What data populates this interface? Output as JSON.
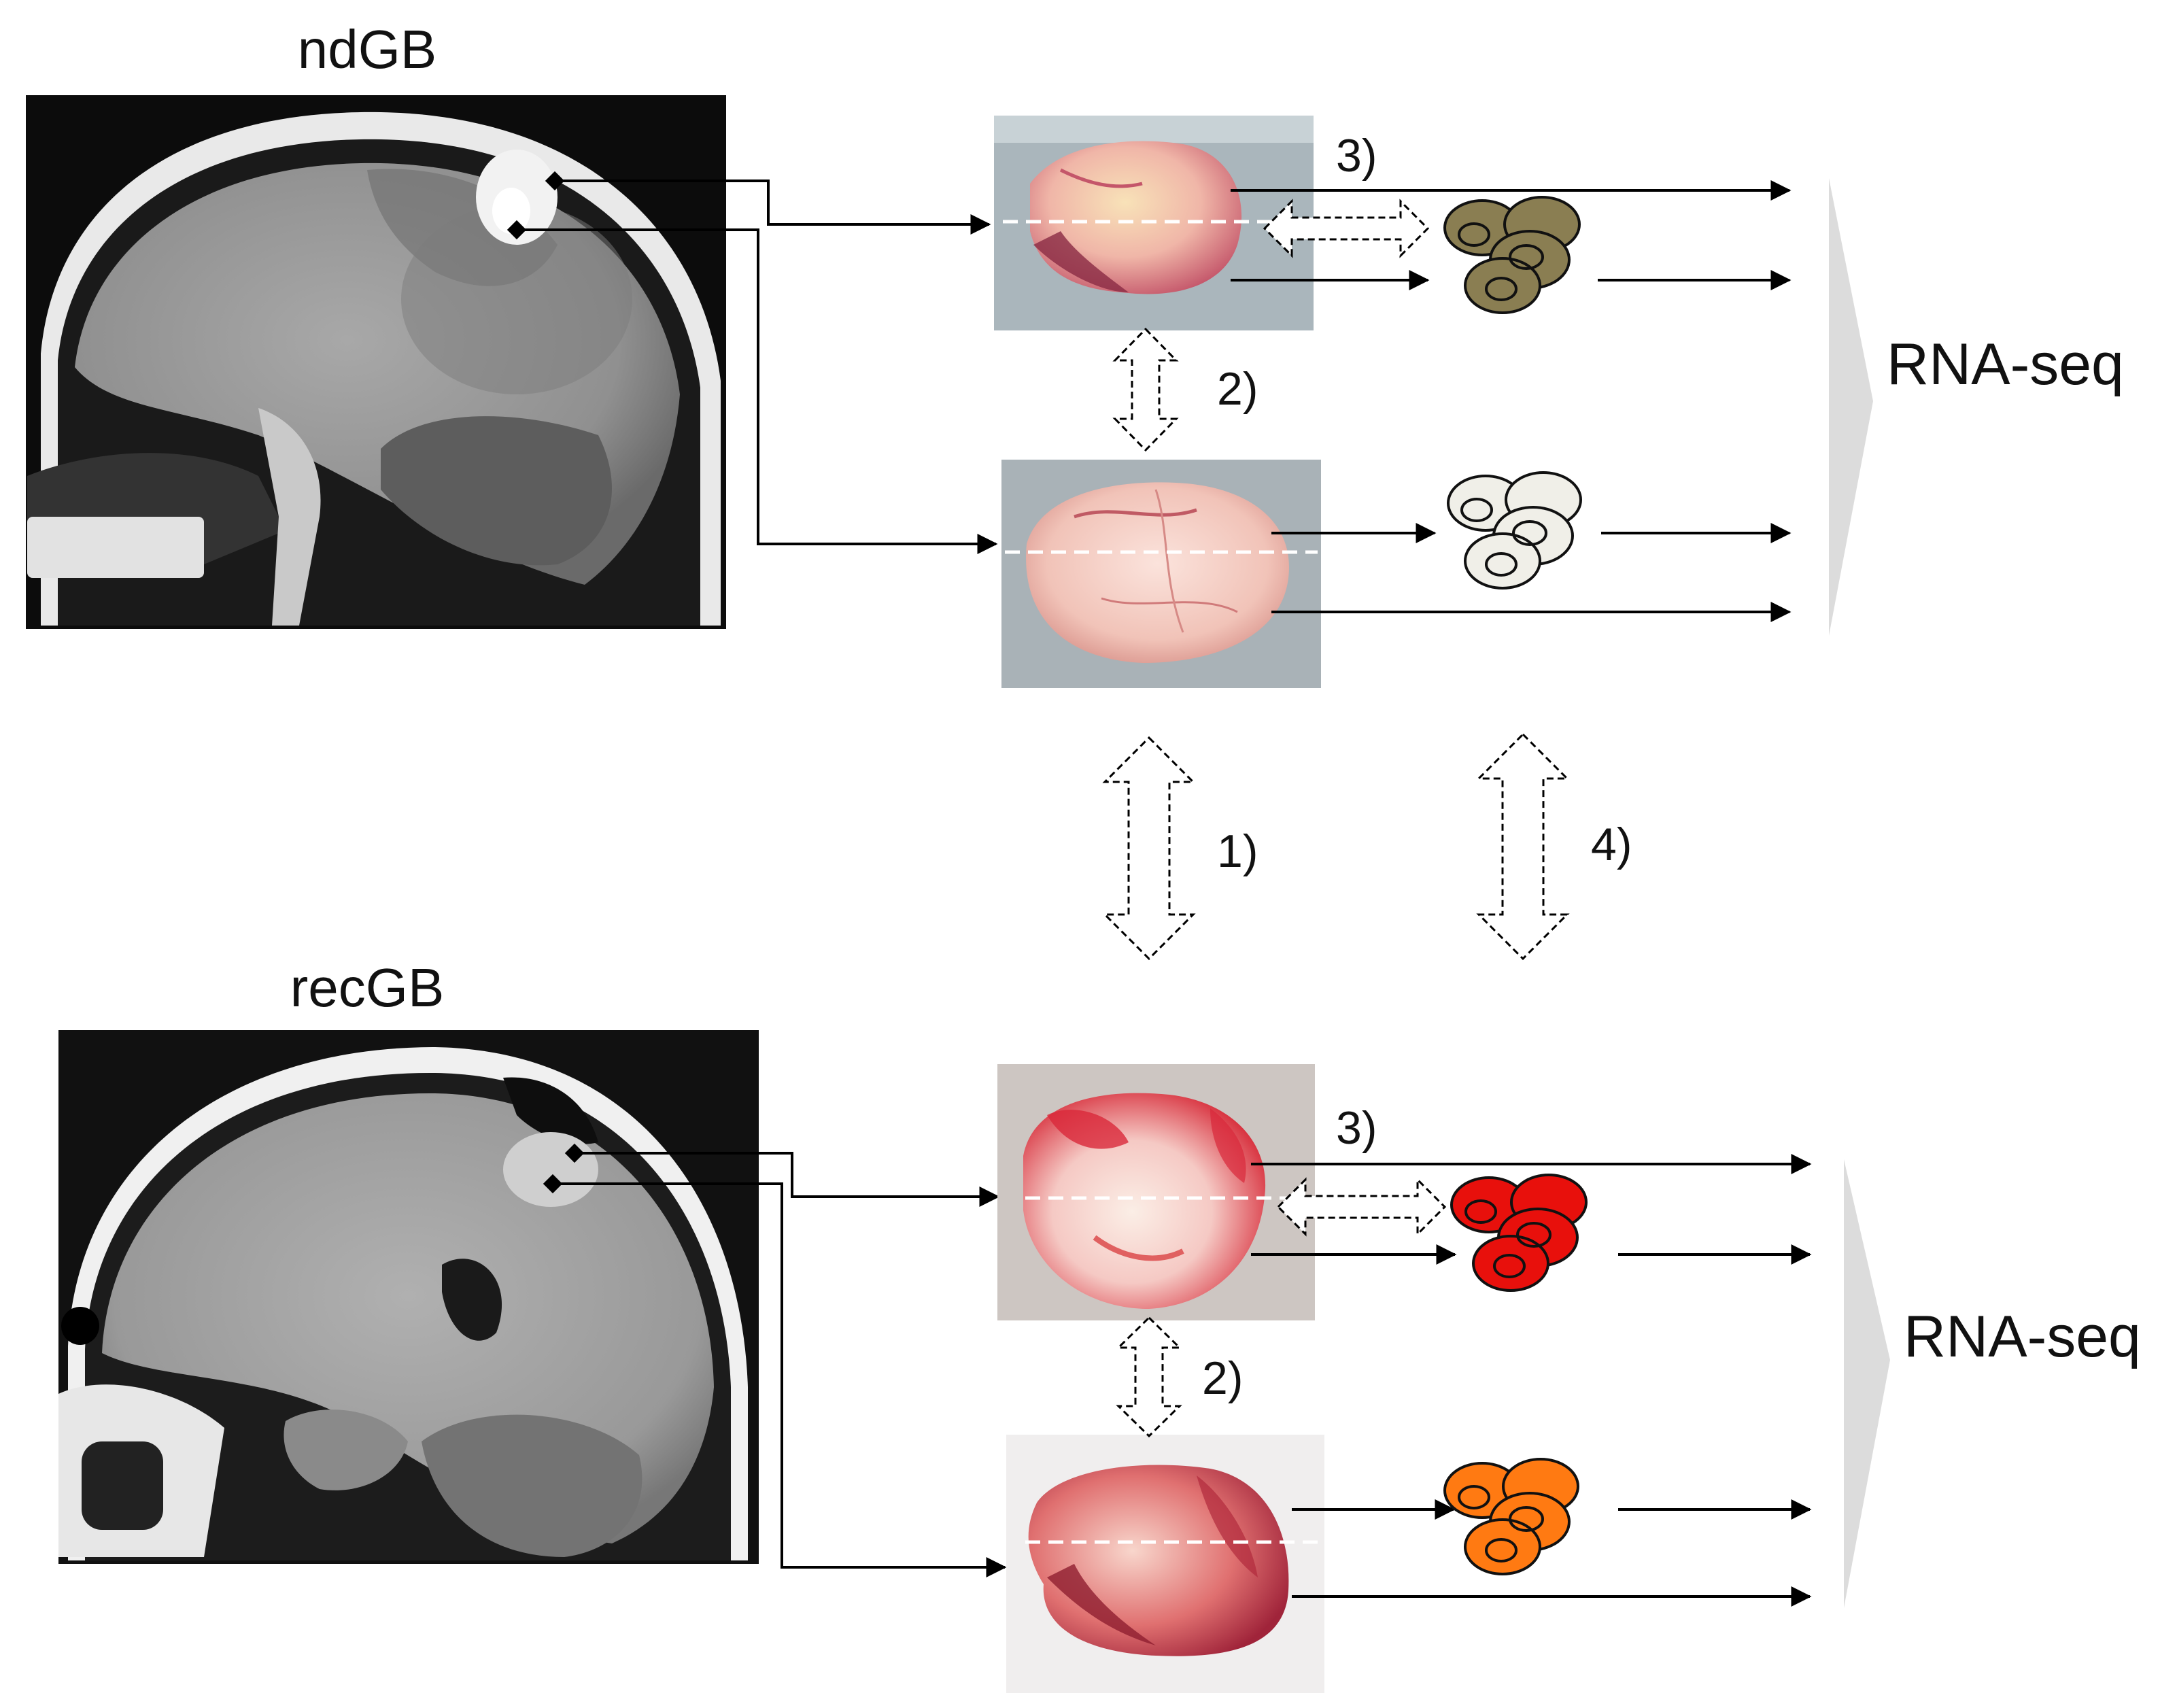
{
  "panels": {
    "nd": {
      "title": "ndGB",
      "step_2": "2)",
      "step_3": "3)",
      "output_label": "RNA-seq",
      "cell_colors": {
        "upper_fill": "#8a7e52",
        "lower_fill": "#f0efe8"
      },
      "tissue_colors": {
        "base": "#f4cabf",
        "accent": "#c2566a"
      }
    },
    "rec": {
      "title": "recGB",
      "step_2": "2)",
      "step_3": "3)",
      "output_label": "RNA-seq",
      "cell_colors": {
        "upper_fill": "#e8100c",
        "lower_fill": "#ff7a12"
      },
      "tissue_colors": {
        "base": "#f7c4bc",
        "accent": "#d42a3a"
      }
    }
  },
  "comparisons": {
    "step_1": "1)",
    "step_4": "4)"
  },
  "colors": {
    "arrow": "#000000",
    "cut_line": "#ffffff",
    "rna_chevron": "#dcdcdc",
    "background": "#ffffff"
  }
}
